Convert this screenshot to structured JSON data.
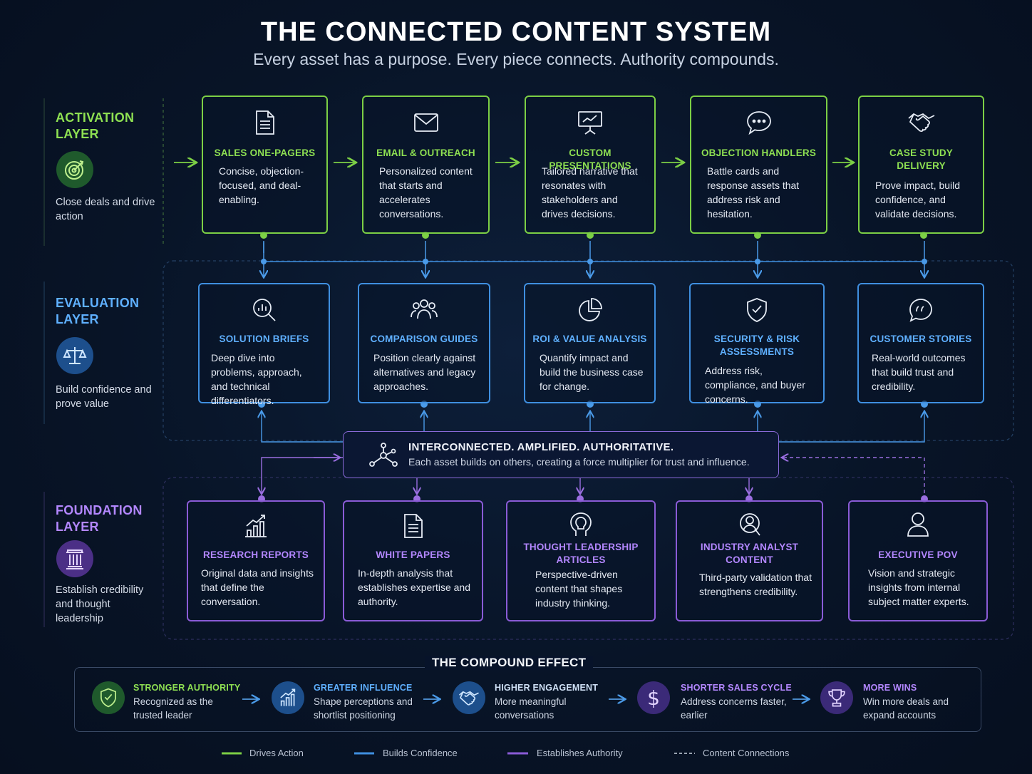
{
  "header": {
    "title": "THE CONNECTED CONTENT SYSTEM",
    "subtitle": "Every asset has a purpose. Every piece connects. Authority compounds."
  },
  "colors": {
    "activation": "#7ccf45",
    "evaluation": "#3f8fe0",
    "foundation": "#8a5bd6",
    "background": "#081427"
  },
  "layers": {
    "activation": {
      "title": "ACTIVATION LAYER",
      "icon": "target-icon",
      "desc": "Close deals and drive action"
    },
    "evaluation": {
      "title": "EVALUATION LAYER",
      "icon": "scales-icon",
      "desc": "Build confidence and prove value"
    },
    "foundation": {
      "title": "FOUNDATION LAYER",
      "icon": "pillar-icon",
      "desc": "Establish credibility and thought leadership"
    }
  },
  "activation_cards": [
    {
      "title": "SALES ONE-PAGERS",
      "desc": "Concise, objection-focused, and deal-enabling.",
      "icon": "document-icon"
    },
    {
      "title": "EMAIL & OUTREACH",
      "desc": "Personalized content that starts and accelerates conversations.",
      "icon": "envelope-icon"
    },
    {
      "title": "CUSTOM PRESENTATIONS",
      "desc": "Tailored narrative that resonates with stakeholders and drives decisions.",
      "icon": "presentation-icon"
    },
    {
      "title": "OBJECTION HANDLERS",
      "desc": "Battle cards and response assets that address risk and hesitation.",
      "icon": "chat-bubble-icon"
    },
    {
      "title": "CASE STUDY DELIVERY",
      "desc": "Prove impact, build confidence, and validate decisions.",
      "icon": "handshake-icon"
    }
  ],
  "evaluation_cards": [
    {
      "title": "SOLUTION BRIEFS",
      "desc": "Deep dive into problems, approach, and technical differentiators.",
      "icon": "magnifier-chart-icon"
    },
    {
      "title": "COMPARISON GUIDES",
      "desc": "Position clearly against alternatives and legacy approaches.",
      "icon": "people-group-icon"
    },
    {
      "title": "ROI & VALUE ANALYSIS",
      "desc": "Quantify impact and build the business case for change.",
      "icon": "pie-chart-icon"
    },
    {
      "title": "SECURITY & RISK ASSESSMENTS",
      "desc": "Address risk, compliance, and buyer concerns.",
      "icon": "shield-check-icon"
    },
    {
      "title": "CUSTOMER STORIES",
      "desc": "Real-world outcomes that build trust and credibility.",
      "icon": "quote-bubble-icon"
    }
  ],
  "foundation_cards": [
    {
      "title": "RESEARCH REPORTS",
      "desc": "Original data and insights that define the conversation.",
      "icon": "bar-chart-icon"
    },
    {
      "title": "WHITE PAPERS",
      "desc": "In-depth analysis that establishes expertise and authority.",
      "icon": "document-icon"
    },
    {
      "title": "THOUGHT LEADERSHIP ARTICLES",
      "desc": "Perspective-driven content that shapes industry thinking.",
      "icon": "head-lightbulb-icon"
    },
    {
      "title": "INDUSTRY ANALYST CONTENT",
      "desc": "Third-party validation that strengthens credibility.",
      "icon": "analyst-icon"
    },
    {
      "title": "EXECUTIVE POV",
      "desc": "Vision and strategic insights from internal subject matter experts.",
      "icon": "person-icon"
    }
  ],
  "hub": {
    "title": "INTERCONNECTED. AMPLIFIED. AUTHORITATIVE.",
    "desc": "Each asset builds on others, creating a force multiplier for trust and influence.",
    "icon": "network-icon"
  },
  "compound": {
    "title": "THE COMPOUND EFFECT",
    "effects": [
      {
        "title": "STRONGER AUTHORITY",
        "desc": "Recognized as the trusted leader",
        "icon": "shield-check-icon",
        "color": "#7ccf45"
      },
      {
        "title": "GREATER INFLUENCE",
        "desc": "Shape perceptions and shortlist positioning",
        "icon": "growth-chart-icon",
        "color": "#5fb0ff"
      },
      {
        "title": "HIGHER ENGAGEMENT",
        "desc": "More meaningful conversations",
        "icon": "handshake-icon",
        "color": "#5fb0ff"
      },
      {
        "title": "SHORTER SALES CYCLE",
        "desc": "Address concerns faster, earlier",
        "icon": "dollar-icon",
        "color": "#a87cff"
      },
      {
        "title": "MORE WINS",
        "desc": "Win more deals and expand accounts",
        "icon": "trophy-icon",
        "color": "#a87cff"
      }
    ]
  },
  "legend": [
    {
      "label": "Drives Action",
      "color": "#7ccf45",
      "style": "solid"
    },
    {
      "label": "Builds Confidence",
      "color": "#3f8fe0",
      "style": "solid"
    },
    {
      "label": "Establishes Authority",
      "color": "#8a5bd6",
      "style": "solid"
    },
    {
      "label": "Content Connections",
      "color": "#c9d1de",
      "style": "dashed"
    }
  ]
}
